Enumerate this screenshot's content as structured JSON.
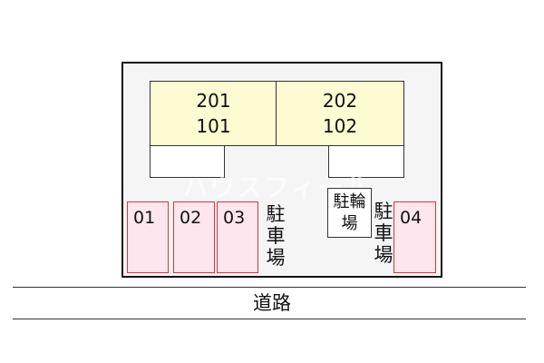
{
  "units": {
    "left": {
      "upper": "201",
      "lower": "101"
    },
    "right": {
      "upper": "202",
      "lower": "102"
    }
  },
  "parking_spaces": [
    "01",
    "02",
    "03",
    "04"
  ],
  "labels": {
    "parking_left": "駐車場",
    "parking_right": "駐車場",
    "bicycle_parking": "駐輪場",
    "road": "道路"
  },
  "watermark": "ハウスフィール",
  "colors": {
    "unit_fill": "#fdfbd2",
    "parking_fill": "#fde6ee",
    "parking_border": "#e1303e",
    "site_fill": "#f5f5f5"
  }
}
